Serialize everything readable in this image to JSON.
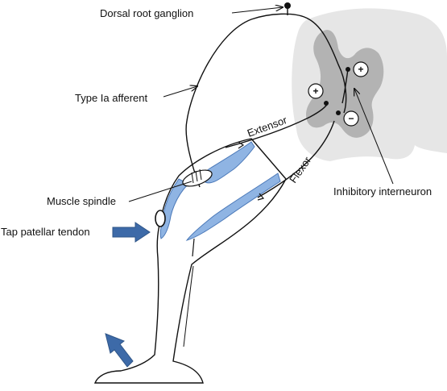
{
  "labels": {
    "dorsal_root_ganglion": "Dorsal root ganglion",
    "type_ia_afferent": "Type Ia afferent",
    "extensor": "Extensor",
    "flexor": "Flexor",
    "muscle_spindle": "Muscle spindle",
    "tap_patellar_tendon": "Tap patellar tendon",
    "inhibitory_interneuron": "Inhibitory interneuron"
  },
  "signs": {
    "excitatory_top": "+",
    "excitatory_left": "+",
    "inhibitory": "−"
  },
  "colors": {
    "muscle_fill": "#8fb4e3",
    "muscle_stroke": "#4a78b8",
    "arrow_fill": "#3d6aa8",
    "gray_matter": "#b3b3b3",
    "white_matter": "#e6e6e6",
    "outline": "#111111"
  }
}
